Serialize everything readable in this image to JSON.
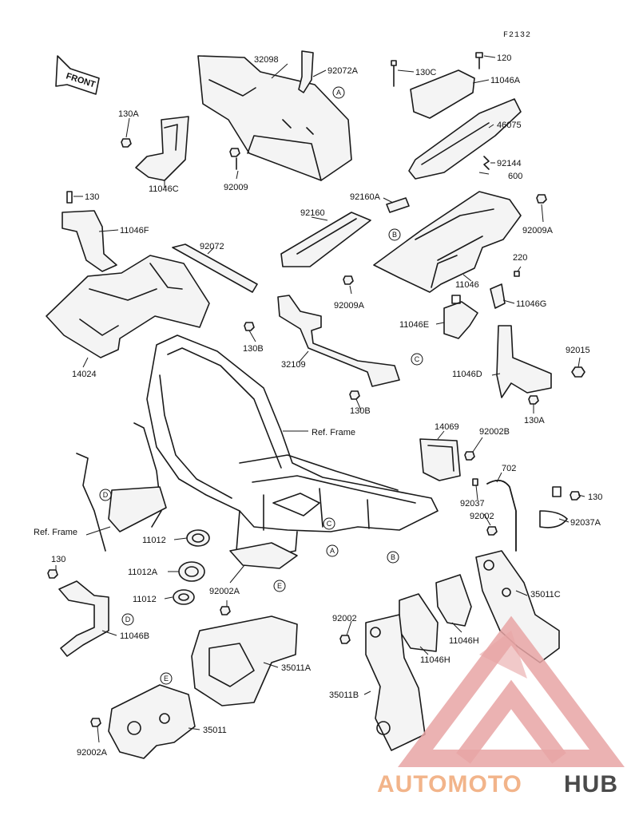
{
  "figure_code": "F2132",
  "front_label": "FRONT",
  "ref_frame_labels": [
    "Ref. Frame",
    "Ref. Frame"
  ],
  "callout_letters": [
    "A",
    "B",
    "C",
    "D",
    "E"
  ],
  "parts": [
    "32098",
    "92072A",
    "130C",
    "120",
    "11046A",
    "46075",
    "92144",
    "600",
    "130A",
    "11046C",
    "92009",
    "130",
    "11046F",
    "92160A",
    "92160",
    "92009A",
    "11046",
    "92072",
    "220",
    "11046G",
    "11046E",
    "130B",
    "32109",
    "14024",
    "92015",
    "11046D",
    "130A",
    "130B",
    "14069",
    "92002B",
    "702",
    "92037",
    "130",
    "92002",
    "92037A",
    "11012",
    "11012A",
    "11012",
    "92002A",
    "35011C",
    "130",
    "11046B",
    "92002",
    "11046H",
    "11046H",
    "35011A",
    "35011B",
    "35011",
    "92002A",
    "92009A"
  ],
  "watermark": {
    "text_part1": "AUTOMOTO",
    "text_part2": "HUB",
    "color_part1": "#f2b48a",
    "color_part2": "#4a4a4a",
    "logo_color": "#e8a5a5"
  }
}
